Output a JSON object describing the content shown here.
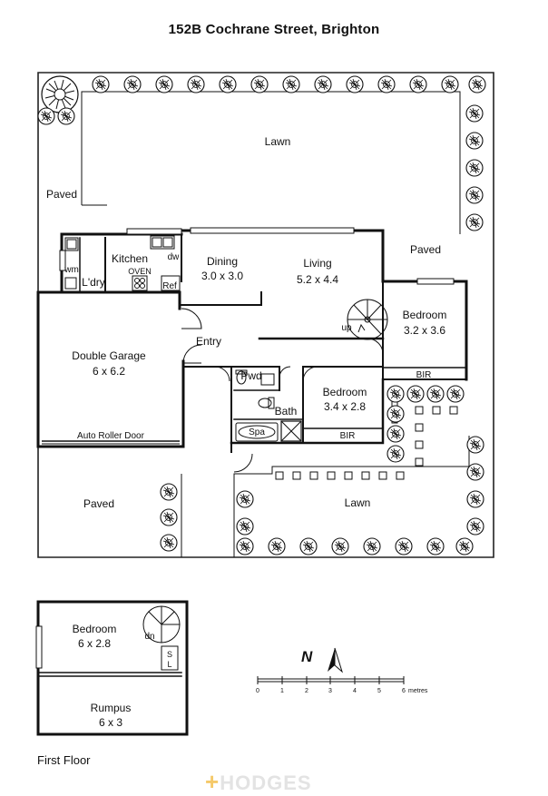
{
  "title": "152B Cochrane Street, Brighton",
  "ground_floor": {
    "rooms": {
      "kitchen": {
        "name": "Kitchen"
      },
      "dw": "dw",
      "oven": "OVEN",
      "ref": "Ref",
      "wm": "wm",
      "laundry": "L'dry",
      "dining": {
        "name": "Dining",
        "size": "3.0 x 3.0"
      },
      "living": {
        "name": "Living",
        "size": "5.2 x 4.4"
      },
      "garage": {
        "name": "Double Garage",
        "size": "6 x 6.2"
      },
      "roller_door": "Auto Roller Door",
      "entry": "Entry",
      "pwd": "Pwd",
      "bath": "Bath",
      "spa": "Spa",
      "bedroom_a": {
        "name": "Bedroom",
        "size": "3.4 x 2.8"
      },
      "bir_a": "BIR",
      "bedroom_b": {
        "name": "Bedroom",
        "size": "3.2 x 3.6"
      },
      "bir_b": "BIR",
      "stair_up": "up"
    },
    "outdoor": {
      "lawn_north": "Lawn",
      "lawn_south": "Lawn",
      "paved_west": "Paved",
      "paved_east": "Paved",
      "paved_south": "Paved"
    }
  },
  "first_floor": {
    "label": "First Floor",
    "bedroom": {
      "name": "Bedroom",
      "size": "6 x 2.8"
    },
    "rumpus": {
      "name": "Rumpus",
      "size": "6 x 3"
    },
    "stair_dn": "dn",
    "sl_top": "S",
    "sl_bottom": "L"
  },
  "compass": {
    "letter": "N"
  },
  "scale": {
    "ticks": [
      "0",
      "1",
      "2",
      "3",
      "4",
      "5",
      "6"
    ],
    "unit": "metres"
  },
  "logo": {
    "plus": "+",
    "text": "HODGES"
  }
}
